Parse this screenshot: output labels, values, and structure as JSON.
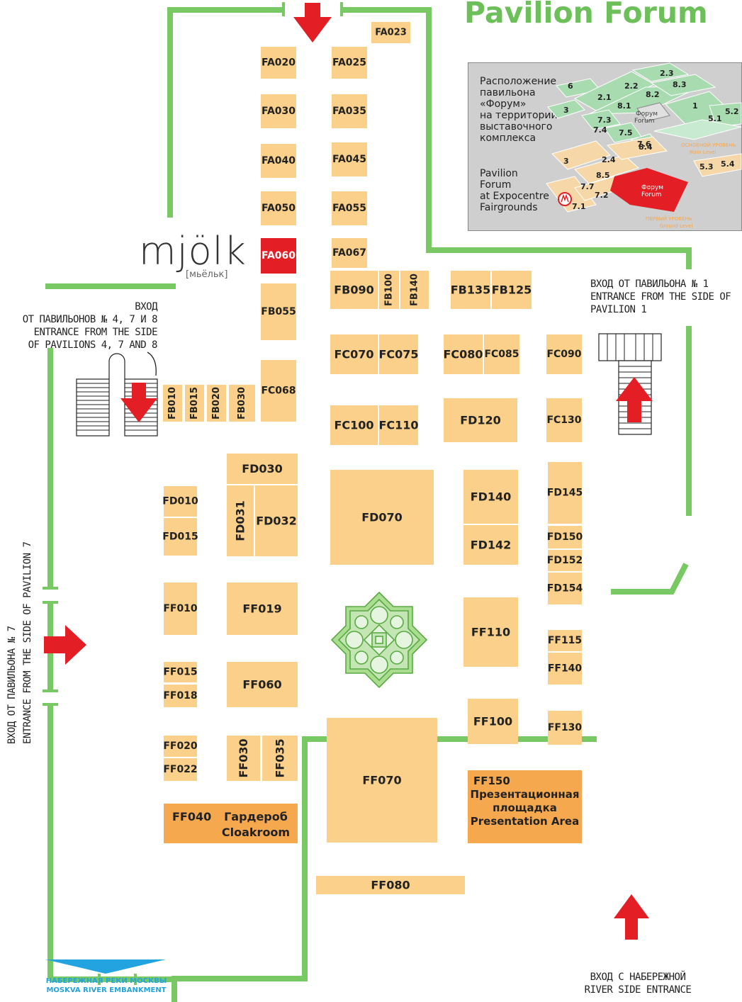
{
  "title": "Pavilion Forum",
  "logo": {
    "name": "mjölk",
    "transcription": "[мьёльк]"
  },
  "inset": {
    "text_ru": [
      "Расположение",
      "павильона",
      "«Форум»",
      "на территории",
      "выставочного",
      "комплекса"
    ],
    "text_en": [
      "Pavilion",
      "Forum",
      "at Expocentre",
      "Fairgrounds"
    ],
    "pavilions": [
      "6",
      "2.1",
      "2.2",
      "2.3",
      "8.1",
      "8.2",
      "8.3",
      "1",
      "3",
      "7.3",
      "7.4",
      "7.5",
      "7.6",
      "5.1",
      "5.2",
      "2.4",
      "8.4",
      "3",
      "8.5",
      "7.7",
      "7.2",
      "7.1",
      "5.3",
      "5.4"
    ],
    "forum_label": [
      "Форум",
      "Forum"
    ],
    "levels": [
      "ОСНОВНОЙ УРОВЕНЬ",
      "Main Level",
      "ПЕРВЫЙ УРОВЕНЬ",
      "Ground Level"
    ]
  },
  "entrances": {
    "left_top": [
      "ВХОД",
      "ОТ ПАВИЛЬОНОВ № 4, 7 И 8",
      "ENTRANCE FROM THE SIDE",
      "OF PAVILIONS 4, 7 AND 8"
    ],
    "right_top": [
      "ВХОД ОТ ПАВИЛЬОНА № 1",
      "ENTRANCE FROM THE SIDE OF",
      "PAVILION 1"
    ],
    "left_side": [
      "ВХОД ОТ ПАВИЛЬОНА № 7",
      "ENTRANCE FROM THE SIDE OF PAVILION 7"
    ],
    "bottom_right": [
      "ВХОД С НАБЕРЕЖНОЙ",
      "RIVER SIDE ENTRANCE"
    ]
  },
  "embankment": [
    "НАБЕРЕЖНАЯ РЕКИ МОСКВЫ",
    "MOSKVA RIVER EMBANKMENT"
  ],
  "colors": {
    "wall": "#78c864",
    "booth": "#fad08a",
    "orange": "#f6a84f",
    "highlight": "#e31e24",
    "arrow": "#e31e24",
    "water": "#23a3e0"
  },
  "booths": [
    {
      "id": "FA023"
    },
    {
      "id": "FA020"
    },
    {
      "id": "FA025"
    },
    {
      "id": "FA030"
    },
    {
      "id": "FA035"
    },
    {
      "id": "FA040"
    },
    {
      "id": "FA045"
    },
    {
      "id": "FA050"
    },
    {
      "id": "FA055"
    },
    {
      "id": "FA060",
      "highlight": true
    },
    {
      "id": "FA067"
    },
    {
      "id": "FB055"
    },
    {
      "id": "FB090"
    },
    {
      "id": "FB100",
      "vertical": true
    },
    {
      "id": "FB140",
      "vertical": true
    },
    {
      "id": "FB135"
    },
    {
      "id": "FB125"
    },
    {
      "id": "FC068"
    },
    {
      "id": "FB010",
      "vertical": true
    },
    {
      "id": "FB015",
      "vertical": true
    },
    {
      "id": "FB020",
      "vertical": true
    },
    {
      "id": "FB030",
      "vertical": true
    },
    {
      "id": "FC070"
    },
    {
      "id": "FC075"
    },
    {
      "id": "FC080"
    },
    {
      "id": "FC085"
    },
    {
      "id": "FC090"
    },
    {
      "id": "FC100"
    },
    {
      "id": "FC110"
    },
    {
      "id": "FD120"
    },
    {
      "id": "FC130"
    },
    {
      "id": "FD030"
    },
    {
      "id": "FD031",
      "vertical": true
    },
    {
      "id": "FD032"
    },
    {
      "id": "FD010"
    },
    {
      "id": "FD015"
    },
    {
      "id": "FD070"
    },
    {
      "id": "FD140"
    },
    {
      "id": "FD142"
    },
    {
      "id": "FD145"
    },
    {
      "id": "FD150"
    },
    {
      "id": "FD152"
    },
    {
      "id": "FD154"
    },
    {
      "id": "FF010"
    },
    {
      "id": "FF019"
    },
    {
      "id": "FF110"
    },
    {
      "id": "FF115"
    },
    {
      "id": "FF140"
    },
    {
      "id": "FF015"
    },
    {
      "id": "FF018"
    },
    {
      "id": "FF060"
    },
    {
      "id": "FF100"
    },
    {
      "id": "FF130"
    },
    {
      "id": "FF020"
    },
    {
      "id": "FF022"
    },
    {
      "id": "FF030",
      "vertical": true
    },
    {
      "id": "FF035",
      "vertical": true
    },
    {
      "id": "FF070"
    },
    {
      "id": "FF150",
      "orange": true,
      "lines": [
        "FF150",
        "Презентационная",
        "площадка",
        "Presentation Area"
      ]
    },
    {
      "id": "FF040",
      "orange": true,
      "lines": [
        "FF040",
        "Гардероб",
        "Cloakroom"
      ]
    },
    {
      "id": "FF080"
    }
  ]
}
